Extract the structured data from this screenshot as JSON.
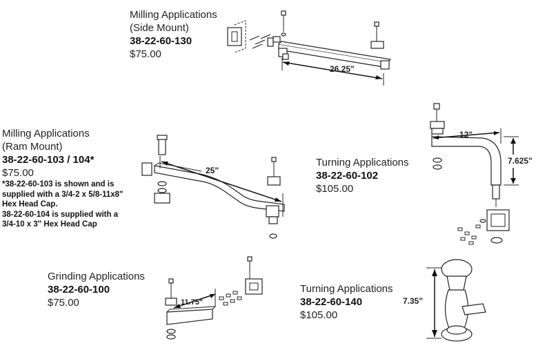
{
  "products": [
    {
      "title_lines": [
        "Milling Applications",
        "(Side Mount)"
      ],
      "part_number": "38-22-60-130",
      "price": "$75.00",
      "dimension": "26.25\""
    },
    {
      "title_lines": [
        "Milling Applications",
        "(Ram Mount)"
      ],
      "part_number": "38-22-60-103 / 104*",
      "price": "$75.00",
      "dimension": "25\"",
      "notes": [
        "*38-22-60-103 is shown and is",
        "supplied with a 3/4-2 x 5/8-11x8\"",
        "Hex Head Cap.",
        "38-22-60-104 is supplied with a",
        "3/4-10 x 3\" Hex Head Cap"
      ]
    },
    {
      "title_lines": [
        "Turning Applications"
      ],
      "part_number": "38-22-60-102",
      "price": "$105.00",
      "dimensions": [
        "12\"",
        "7.625\""
      ]
    },
    {
      "title_lines": [
        "Grinding Applications"
      ],
      "part_number": "38-22-60-100",
      "price": "$75.00",
      "dimension": "11.75\""
    },
    {
      "title_lines": [
        "Turning Applications"
      ],
      "part_number": "38-22-60-140",
      "price": "$105.00",
      "dimension": "7.35\""
    }
  ]
}
